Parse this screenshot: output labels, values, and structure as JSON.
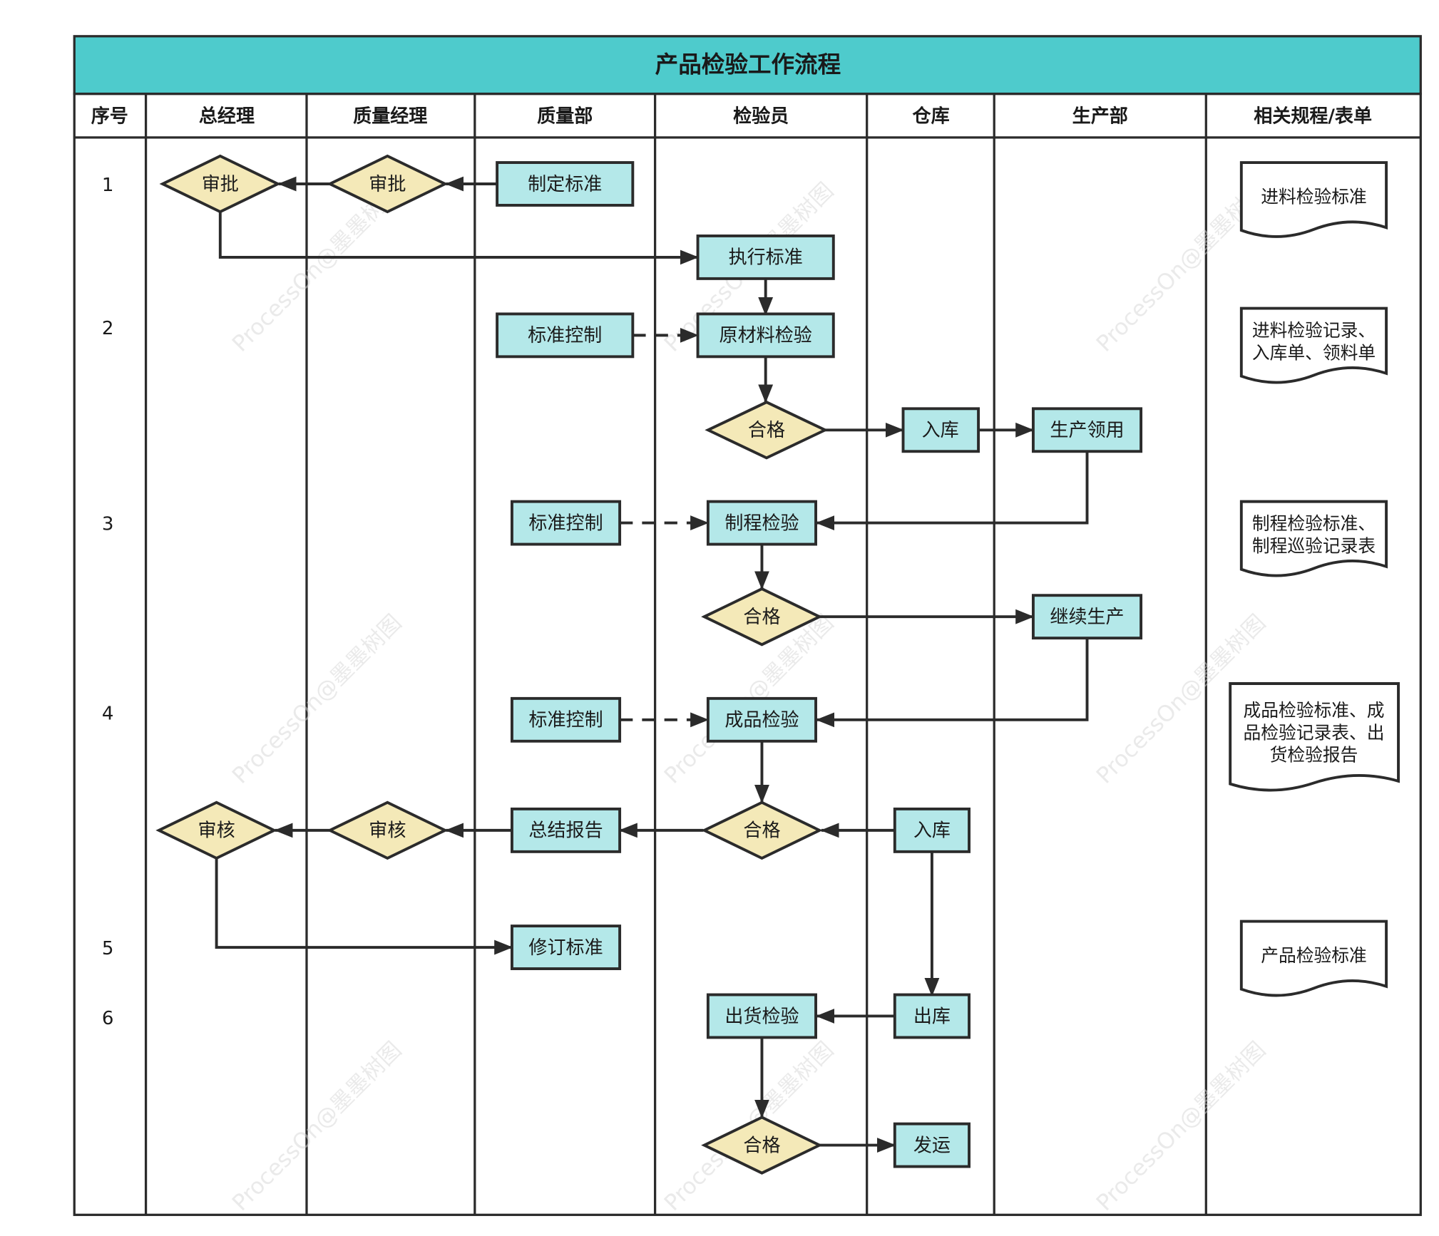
{
  "title": "产品检验工作流程",
  "headers": [
    "序号",
    "总经理",
    "质量经理",
    "质量部",
    "检验员",
    "仓库",
    "生产部",
    "相关规程/表单"
  ],
  "row_numbers": [
    "1",
    "2",
    "3",
    "4",
    "5",
    "6"
  ],
  "nodes": {
    "approve_gm": "审批",
    "approve_qm": "审批",
    "define_standard": "制定标准",
    "execute_standard": "执行标准",
    "std_control_1": "标准控制",
    "raw_inspection": "原材料检验",
    "pass_1": "合格",
    "warehouse_in_1": "入库",
    "production_use": "生产领用",
    "std_control_2": "标准控制",
    "process_inspection": "制程检验",
    "pass_2": "合格",
    "continue_production": "继续生产",
    "std_control_3": "标准控制",
    "finished_inspection": "成品检验",
    "review_gm": "审核",
    "review_qm": "审核",
    "summary_report": "总结报告",
    "pass_3": "合格",
    "warehouse_in_2": "入库",
    "revise_standard": "修订标准",
    "shipment_inspection": "出货检验",
    "warehouse_out": "出库",
    "pass_4": "合格",
    "ship": "发运"
  },
  "documents": [
    [
      "进料检验标准"
    ],
    [
      "进料检验记录、",
      "入库单、领料单"
    ],
    [
      "制程检验标准、",
      "制程巡验记录表"
    ],
    [
      "成品检验标准、成",
      "品检验记录表、出",
      "货检验报告"
    ],
    [
      "产品检验标准"
    ]
  ],
  "watermark": "ProcessOn@墨墨树图",
  "colors": {
    "title_bar": "#4ecbcc",
    "rect_fill": "#b4e8e9",
    "diamond_fill": "#f4e9b8",
    "line": "#2b2b2b"
  }
}
